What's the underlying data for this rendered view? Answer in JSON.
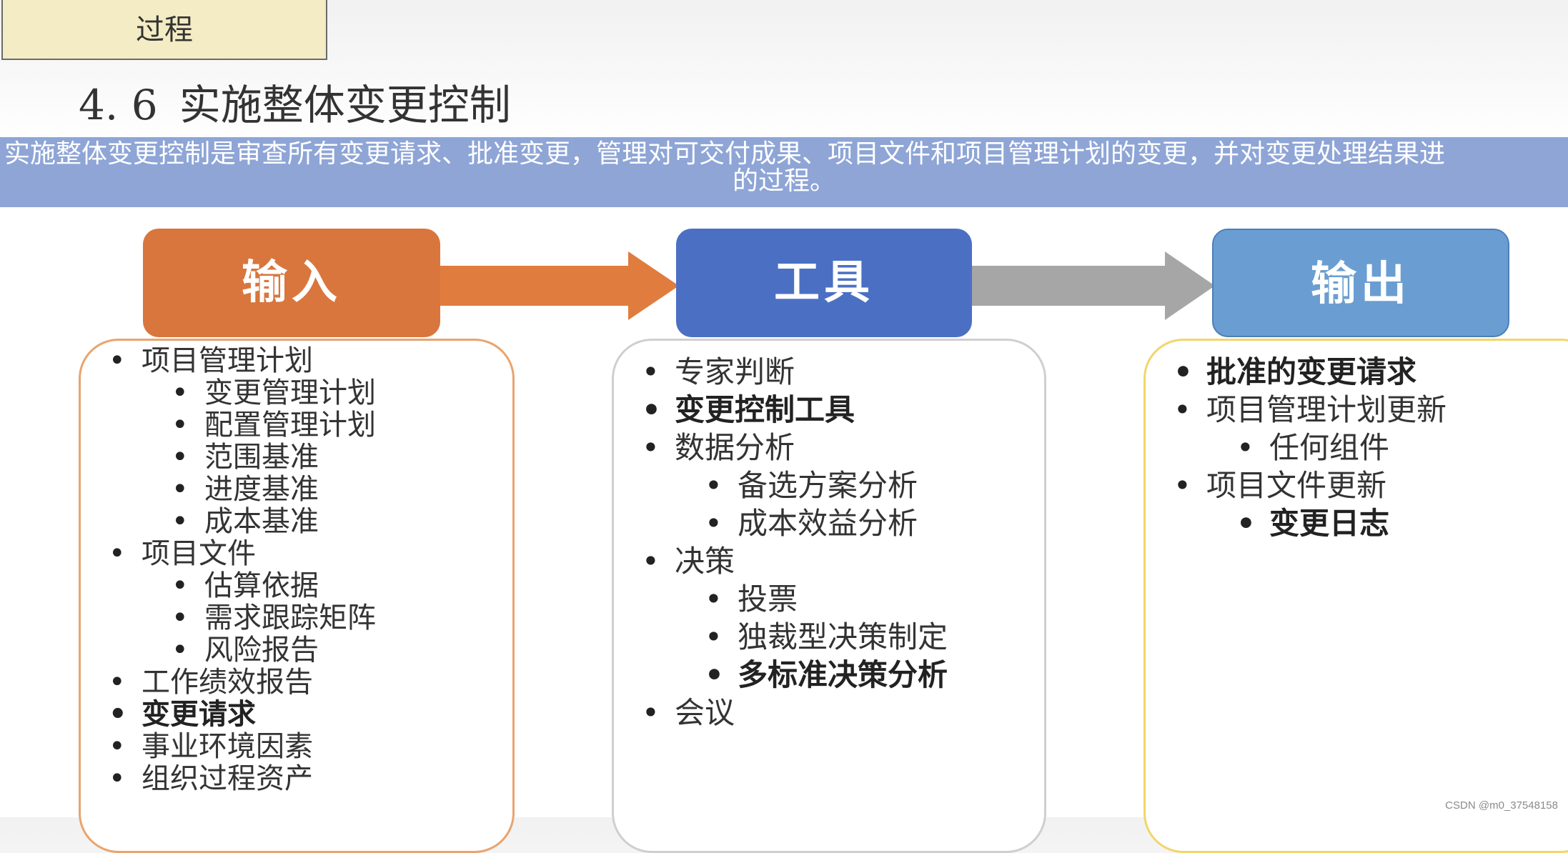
{
  "tag": "过程",
  "title": {
    "num": "4. 6",
    "text": "实施整体变更控制"
  },
  "banner": {
    "line1": "实施整体变更控制是审查所有变更请求、批准变更，管理对可交付成果、项目文件和项目管理计划的变更，并对变更处理结果进",
    "line2": "的过程。"
  },
  "headers": {
    "input": "输入",
    "tools": "工具",
    "output": "输出"
  },
  "colors": {
    "input": "#d9763d",
    "tools": "#4b70c3",
    "output": "#6a9ed2",
    "arrow_input_tools": "#e07c3e",
    "arrow_tools_output": "#a6a6a6",
    "banner": "#8ea5d6"
  },
  "inputs": [
    "项目管理计划",
    "变更管理计划",
    "配置管理计划",
    "范围基准",
    "进度基准",
    "成本基准",
    "项目文件",
    "估算依据",
    "需求跟踪矩阵",
    "风险报告",
    "工作绩效报告",
    "变更请求",
    "事业环境因素",
    "组织过程资产"
  ],
  "tools": [
    "专家判断",
    "变更控制工具",
    "数据分析",
    "备选方案分析",
    "成本效益分析",
    "决策",
    "投票",
    "独裁型决策制定",
    "多标准决策分析",
    "会议"
  ],
  "outputs": [
    "批准的变更请求",
    "项目管理计划更新",
    "任何组件",
    "项目文件更新",
    "变更日志"
  ],
  "watermark": "CSDN @m0_37548158"
}
